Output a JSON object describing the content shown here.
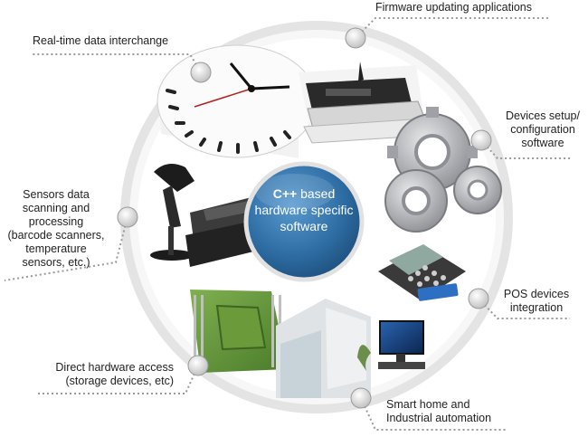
{
  "center": {
    "prefix": "C++",
    "line1_rest": " based",
    "line2": "hardware specific",
    "line3": "software"
  },
  "labels": {
    "firmware": "Firmware updating applications",
    "realtime": "Real-time data interchange",
    "devices_setup_1": "Devices setup/",
    "devices_setup_2": "configuration",
    "devices_setup_3": "software",
    "sensors_1": "Sensors data",
    "sensors_2": "scanning and",
    "sensors_3": "processing",
    "sensors_4": "(barcode scanners,",
    "sensors_5": "temperature",
    "sensors_6": "sensors, etc.)",
    "pos_1": "POS devices",
    "pos_2": "integration",
    "direct_1": "Direct hardware access",
    "direct_2": "(storage devices, etc)",
    "smart_1": "Smart home and",
    "smart_2": "Industrial automation"
  },
  "colors": {
    "center_blue": "#2f6fa6",
    "ring_gray": "#e6e6e6",
    "node_gray": "#d9d9d9",
    "dot_line": "#9a9a9a"
  },
  "icons": [
    "clock-icon",
    "printer-icon",
    "gears-icon",
    "barcode-scanner-icon",
    "card-terminal-icon",
    "chip-icon",
    "smart-home-icon"
  ]
}
